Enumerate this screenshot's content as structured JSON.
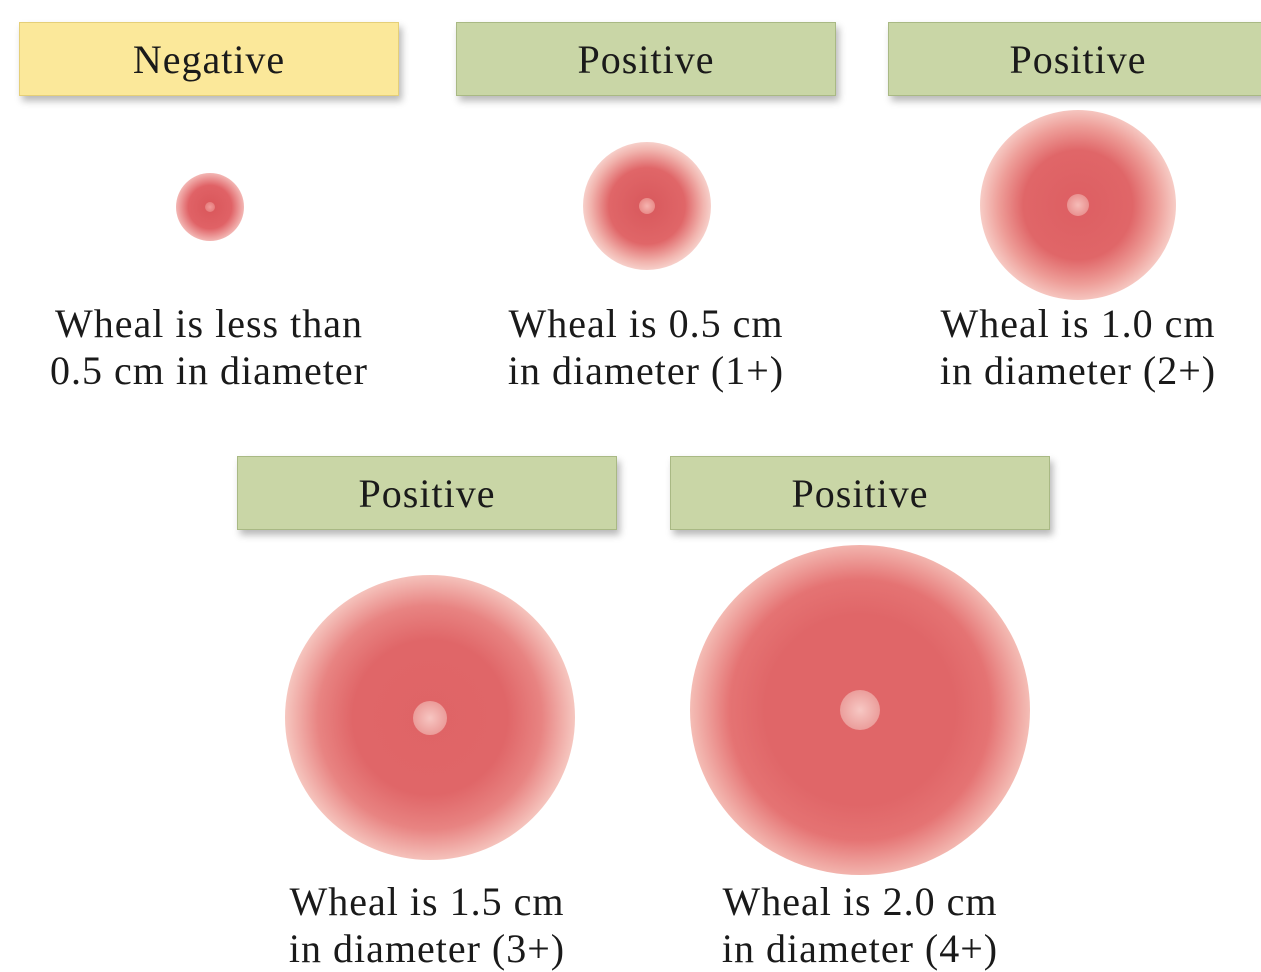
{
  "panels": [
    {
      "label": "Negative",
      "caption_line1": "Wheal is less than",
      "caption_line2": "0.5 cm in diameter",
      "status_color": "#fbe89a"
    },
    {
      "label": "Positive",
      "caption_line1": "Wheal is 0.5 cm",
      "caption_line2": "in diameter (1+)",
      "status_color": "#c9d6a6"
    },
    {
      "label": "Positive",
      "caption_line1": "Wheal is 1.0 cm",
      "caption_line2": "in diameter (2+)",
      "status_color": "#c9d6a6"
    },
    {
      "label": "Positive",
      "caption_line1": "Wheal is 1.5 cm",
      "caption_line2": "in diameter (3+)",
      "status_color": "#c9d6a6"
    },
    {
      "label": "Positive",
      "caption_line1": "Wheal is 2.0 cm",
      "caption_line2": "in diameter (4+)",
      "status_color": "#c9d6a6"
    }
  ],
  "wheal_color": "#e06060"
}
